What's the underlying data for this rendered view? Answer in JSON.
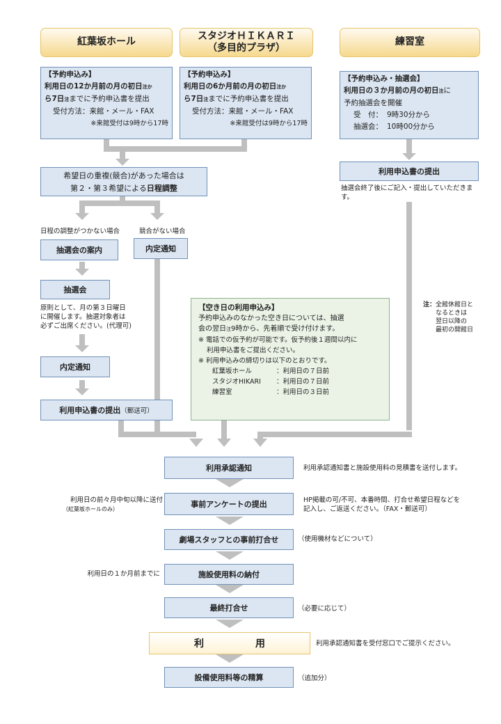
{
  "headers": {
    "momiji": "紅葉坂ホール",
    "studio_line1": "スタジオＨＩＫＡＲＩ",
    "studio_line2": "（多目的プラザ）",
    "practice": "練習室"
  },
  "momiji_req": {
    "title": "【予約申込み】",
    "line1": "利用日の12か月前の月の初日",
    "line2": "ら7日",
    "line2b": "までに予約申込書を提出",
    "line3": "受付方法：来館・メール・FAX",
    "line4": "※来館受付は9時から17時"
  },
  "studio_req": {
    "title": "【予約申込み】",
    "line1": "利用日の6か月前の月の初日",
    "line2": "ら7日",
    "line2b": "までに予約申込書を提出",
    "line3": "受付方法：来館・メール・FAX",
    "line4": "※来館受付は9時から17時"
  },
  "note_mark": "注",
  "note_mark_ka": "注か",
  "practice_req": {
    "title": "【予約申込み・抽選会】",
    "line1": "利用日の３か月前の月の初日",
    "line1b": "に",
    "line2": "予約抽選会を開催",
    "line3_label": "受　付：",
    "line3_value": "9時30分から",
    "line4_label": "抽選会：",
    "line4_value": "10時00分から"
  },
  "adjust": {
    "line1": "希望日の重複(競合)があった場合は",
    "line2a": "第２・第３希望による",
    "line2b": "日程調整"
  },
  "labels": {
    "no_adjust": "日程の調整がつかない場合",
    "no_conflict": "競合がない場合"
  },
  "boxes": {
    "lottery_info": "抽選会の案内",
    "naitei1": "内定通知",
    "lottery": "抽選会",
    "naitei2": "内定通知",
    "submit_left": "利用申込書の提出",
    "submit_left_suffix": "（郵送可）",
    "practice_submit": "利用申込書の提出",
    "approval": "利用承認通知",
    "survey": "事前アンケートの提出",
    "staff": "劇場スタッフとの事前打合せ",
    "payment": "施設使用料の納付",
    "final": "最終打合せ",
    "use": "利　用",
    "settle": "設備使用料等の精算"
  },
  "practice_submit_note": "抽選会終了後にご記入・提出していただきます。",
  "lottery_note": {
    "line1": "原則として、月の第３日曜日",
    "line2": "に開催します。抽選対象者は",
    "line3": "必ずご出席ください。(代理可)"
  },
  "side_note": {
    "mark": "注：",
    "line1": "全館休館日と",
    "line2": "なるときは",
    "line3": "翌日以降の",
    "line4": "最初の開館日"
  },
  "vacant": {
    "title": "【空き日の利用申込み】",
    "line1": "予約申込みのなかった空き日については、抽選",
    "line2a": "会の翌日",
    "line2b": "9時から、先着順で受け付けます。",
    "line3": "※ 電話での仮予約が可能です。仮予約後１週間以内に",
    "line4": "利用申込書をご提出ください。",
    "line5": "※ 利用申込みの締切りは以下のとおりです。",
    "rows": [
      {
        "name": "紅葉坂ホール",
        "value": "：利用日の７日前"
      },
      {
        "name": "スタジオHIKARI",
        "value": "：利用日の７日前"
      },
      {
        "name": "練習室",
        "value": "：利用日の３日前"
      }
    ]
  },
  "right_notes": {
    "approval": "利用承認通知書と施設使用料の見積書を送付します。",
    "survey_line1": "HP掲載の可/不可、本番時間、打合せ希望日程などを",
    "survey_line2": "記入し、ご返送ください。（FAX・郵送可）",
    "staff": "（使用機材などについて）",
    "final": "（必要に応じて）",
    "use": "利用承認通知書を受付窓口でご提示ください。",
    "settle": "（追加分）"
  },
  "left_notes": {
    "survey_line1": "利用日の前々月中旬以降に送付",
    "survey_line2": "（紅葉坂ホールのみ）",
    "payment": "利用日の１か月前までに"
  },
  "colors": {
    "header_fill": "#f6d98e",
    "box_fill": "#dce6f2",
    "box_border": "#6f8fb8",
    "green_fill": "#eaf3e6",
    "arrow": "#bfbfbf"
  }
}
